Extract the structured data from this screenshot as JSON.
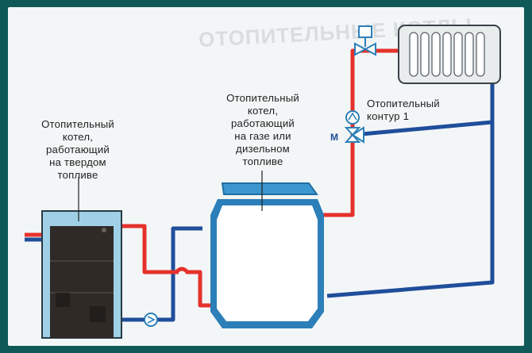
{
  "labels": {
    "solid_boiler": "Отопительный\nкотел,\nработающий\nна твердом\nтопливе",
    "gas_boiler": "Отопительный\nкотел,\nработающий\nна газе или\nдизельном\nтопливе",
    "heating_circuit": "Отопительный\nконтур 1",
    "mixer_mark": "М",
    "watermark": "ОТОПИТЕЛЬНЫЕ КОТЛЫ"
  },
  "colors": {
    "supply": "#e4322b",
    "return": "#1f4e9a",
    "boiler_fill": "#ffffff",
    "boiler_edge": "#2c7fb8",
    "boiler_cap": "#3d97cf",
    "solid_body": "#9fd0e6",
    "firebox": "#2f2a26",
    "background": "#0f5a58"
  },
  "icons": [
    "pump-icon",
    "mixing-valve-icon",
    "vent-valve-icon",
    "radiator-icon"
  ]
}
